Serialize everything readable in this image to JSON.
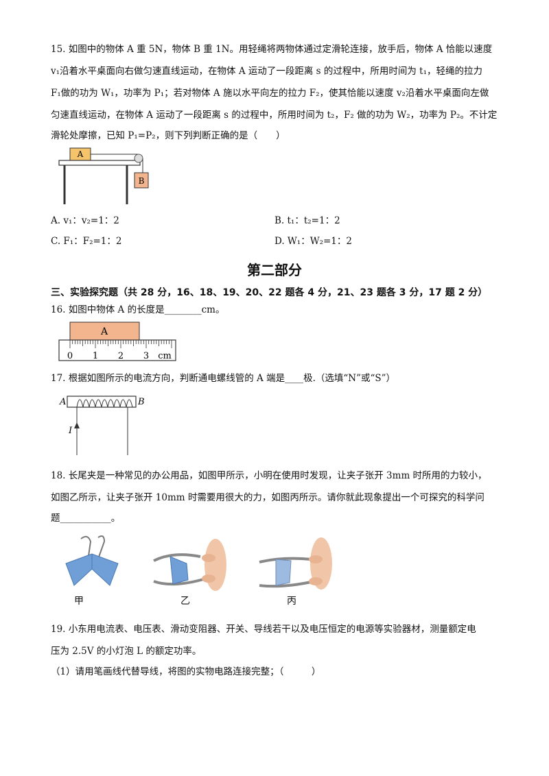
{
  "q15": {
    "l1": "15. 如图中的物体 A 重 5N，物体 B 重 1N。用轻绳将两物体通过定滑轮连接，放手后，物体 A 恰能以速度",
    "l2": "v₁沿着水平桌面向右做匀速直线运动，在物体 A 运动了一段距离 s 的过程中，所用时间为 t₁，轻绳的拉力",
    "l3": "F₁做的功为 W₁，功率为 P₁；若对物体 A 施以水平向左的拉力 F₂，使其恰能以速度 v₂沿着水平桌面向左做",
    "l4": "匀速直线运动，在物体 A 运动了一段距离 s 的过程中，所用时间为 t₂，F₂ 做的功为 W₂，功率为 P₂。不计定",
    "l5": "滑轮处摩擦，已知 P₁=P₂，则下列判断正确的是（　　）",
    "fig_label_a": "A",
    "fig_label_b": "B",
    "opt_a": "A.  v₁：v₂=1：2",
    "opt_b": "B.  t₁：t₂=1：2",
    "opt_c": "C.  F₁：F₂=1：2",
    "opt_d": "D.  W₁：W₂=1：2"
  },
  "part2_title": "第二部分",
  "section3": "三、实验探究题（共 28 分，16、18、19、20、22 题各 4 分，21、23 题各 3 分，17 题 2 分）",
  "q16": {
    "text": "16. 如图中物体 A 的长度是________cm。",
    "block_label": "A",
    "ticks": [
      "0",
      "1",
      "2",
      "3"
    ],
    "unit": "cm"
  },
  "q17": {
    "text": "17. 根据如图所示的电流方向，判断通电螺线管的 A 端是____极.（选填“N”或“S”）",
    "label_a": "A",
    "label_b": "B",
    "label_i": "I"
  },
  "q18": {
    "l1": "18. 长尾夹是一种常见的办公用品，如图甲所示，小明在使用时发现，让夹子张开 3mm 时所用的力较小，",
    "l2": "如图乙所示，让夹子张开 10mm 时需要用很大的力，如图丙所示。请你就此现象提出一个可探究的科学问",
    "l3": "题___________。",
    "cap1": "甲",
    "cap2": "乙",
    "cap3": "丙"
  },
  "q19": {
    "l1": "19. 小东用电流表、电压表、滑动变阻器、开关、导线若干以及电压恒定的电源等实验器材，测量额定电",
    "l2": "压为 2.5V 的小灯泡 L 的额定功率。",
    "l3": "（1）请用笔画线代替导线，将图的实物电路连接完整；（　　　）"
  },
  "colors": {
    "block_fill": "#f2b58e",
    "block_a_fill": "#f4c36a",
    "clip_blue": "#6f9fd6",
    "skin": "#f1c5a7"
  }
}
